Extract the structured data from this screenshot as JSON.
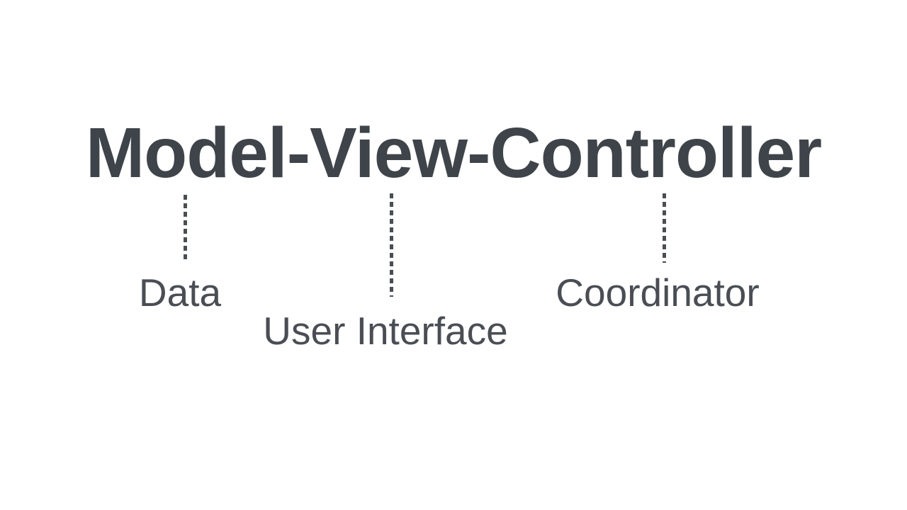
{
  "title": "Model-View-Controller",
  "nodes": [
    {
      "term": "Model",
      "annotation": "Data"
    },
    {
      "term": "View",
      "annotation": "User Interface"
    },
    {
      "term": "Controller",
      "annotation": "Coordinator"
    }
  ],
  "colors": {
    "title_text": "#3F444A",
    "label_text": "#4A4E54",
    "connector": "#4A4E54",
    "background": "#FFFFFF"
  }
}
